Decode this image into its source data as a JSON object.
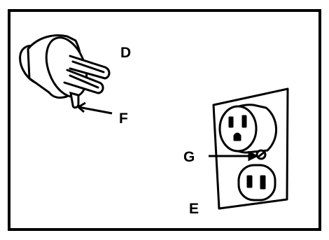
{
  "labels": {
    "plug": "D",
    "outlet": "E",
    "ground_prong": "F",
    "ground_screw": "G"
  },
  "colors": {
    "ink": "#000000",
    "paper": "#ffffff"
  }
}
